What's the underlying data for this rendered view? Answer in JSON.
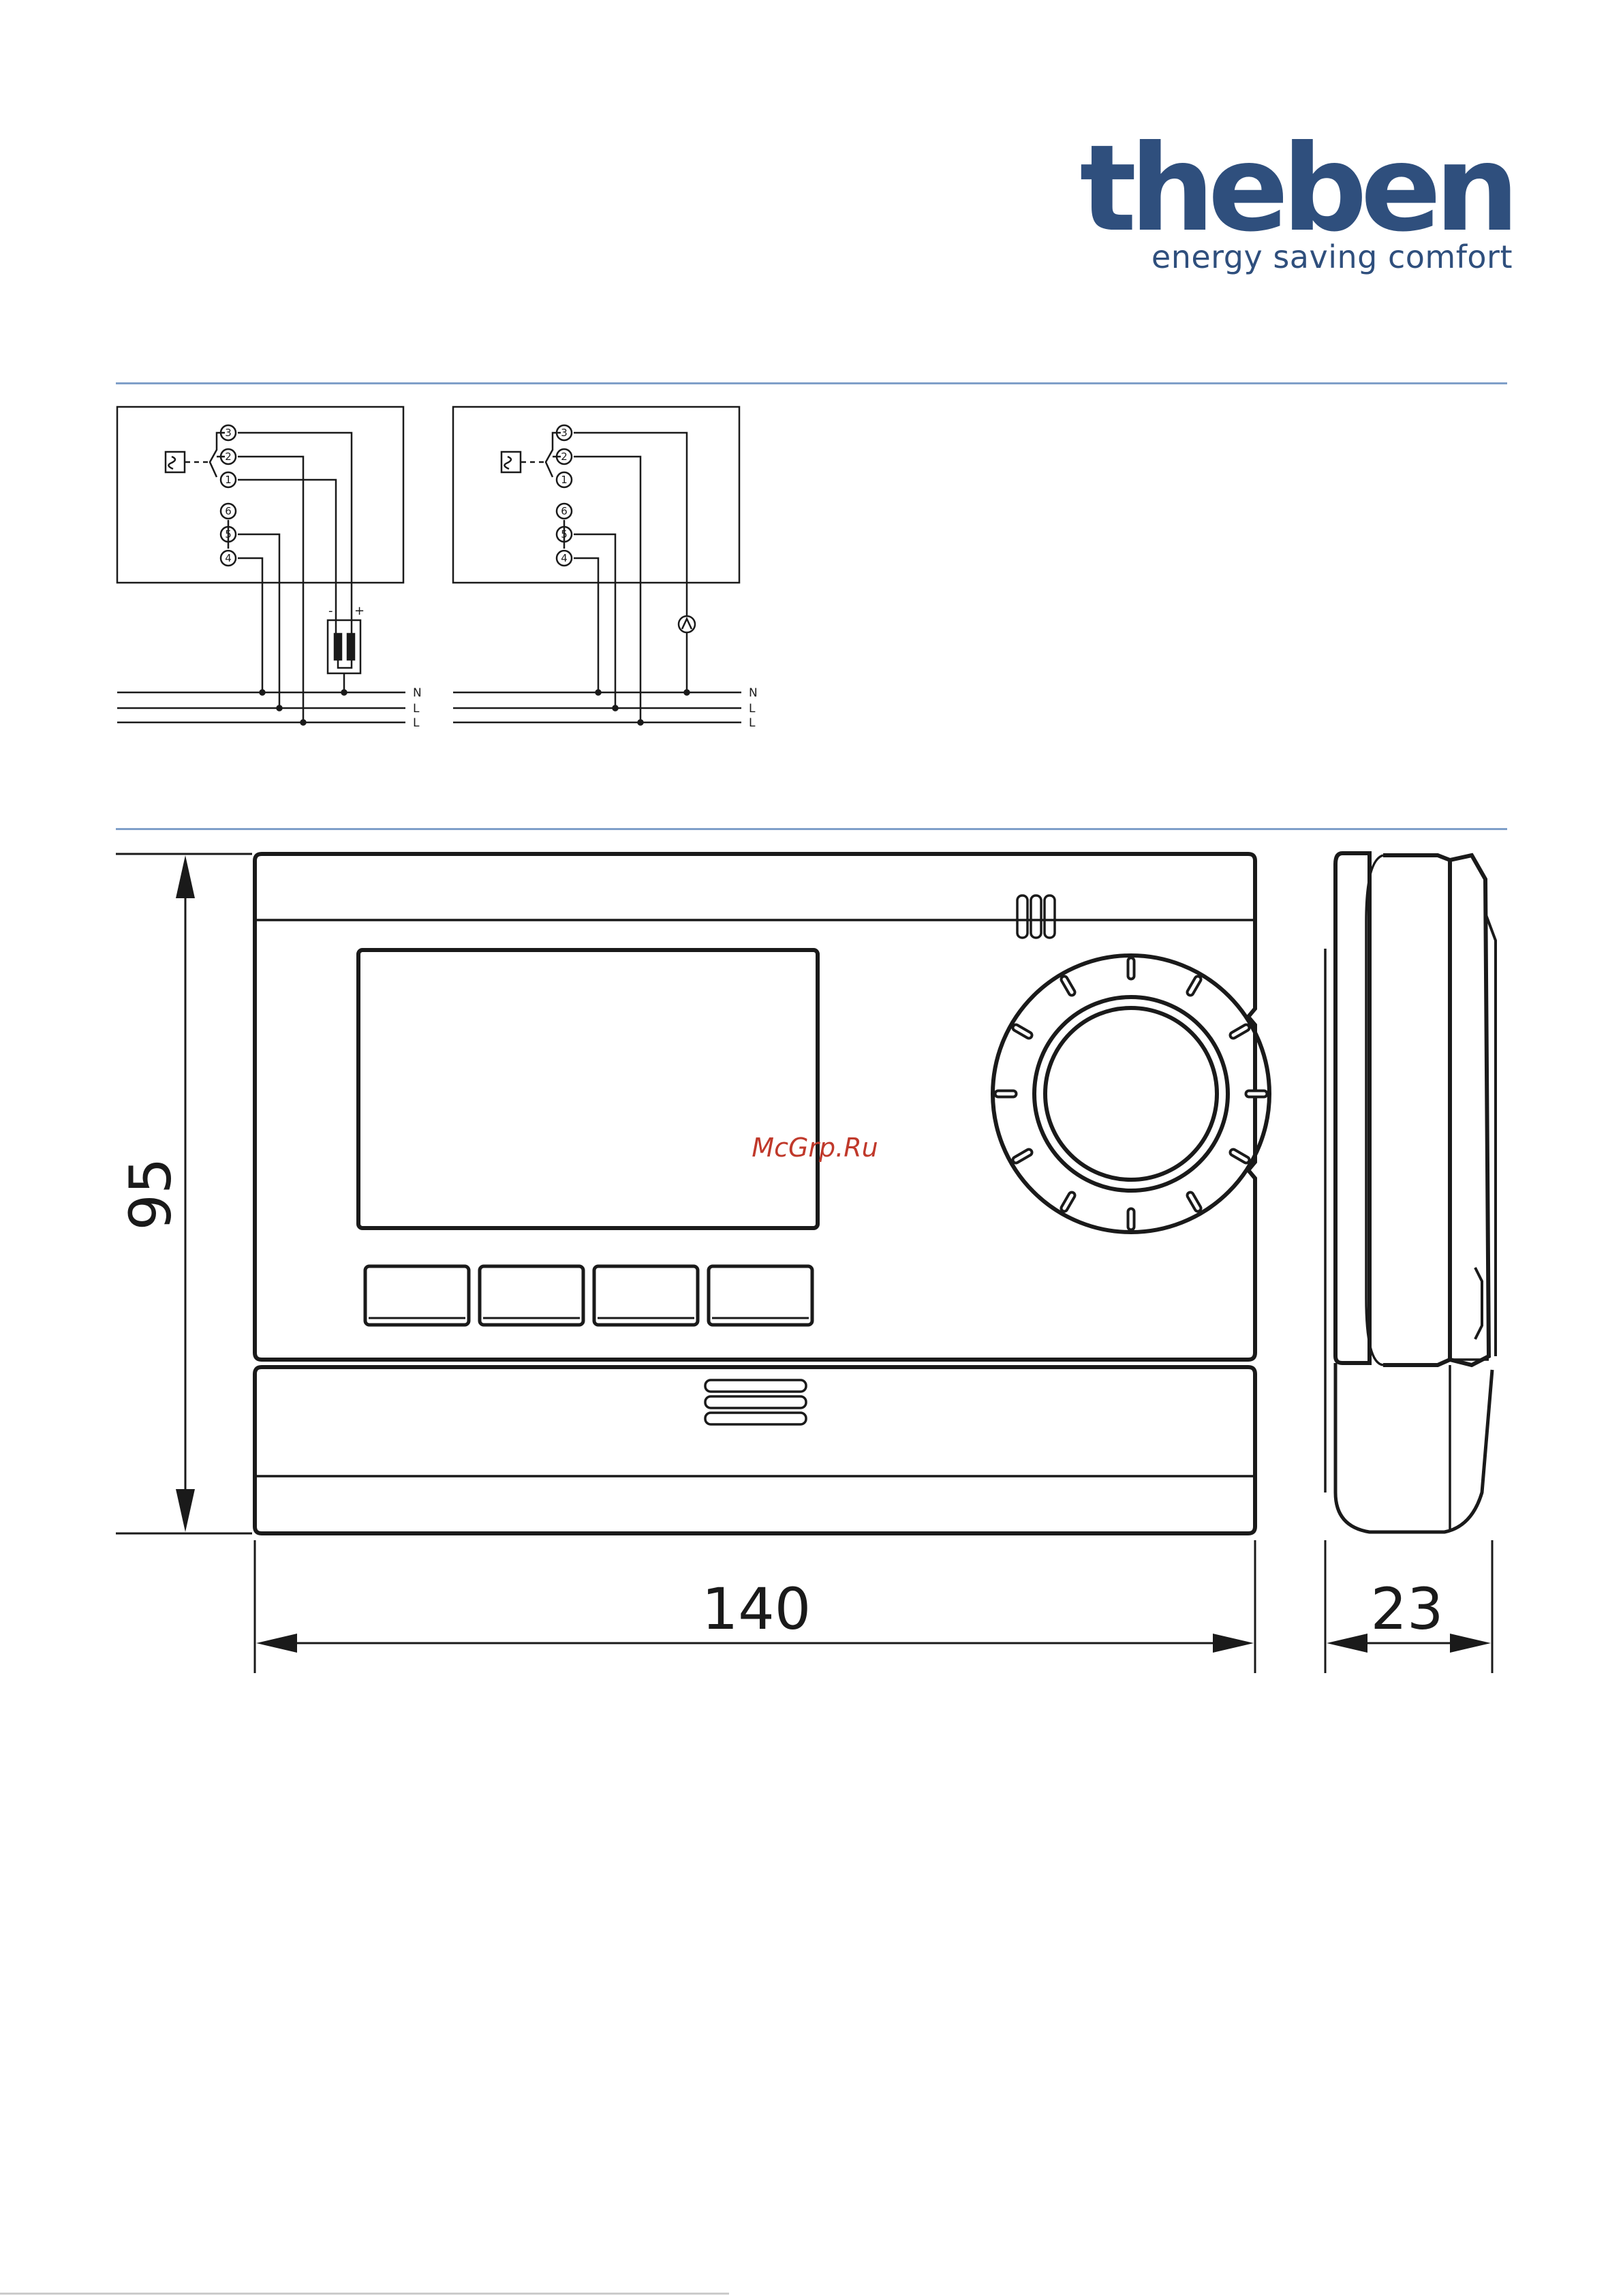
{
  "brand": {
    "name": "theben",
    "tagline": "energy saving comfort",
    "color": "#2f4f7d"
  },
  "wiring": {
    "terminals": [
      "3",
      "2",
      "1",
      "6",
      "5",
      "4"
    ],
    "rail_labels": [
      "N",
      "L",
      "L"
    ],
    "polarity": [
      "-",
      "+"
    ]
  },
  "dimensions": {
    "height": "95",
    "width": "140",
    "depth": "23"
  },
  "watermark": "McGrp.Ru",
  "colors": {
    "rule": "#7f9fc9",
    "line": "#1a1a1a",
    "watermark": "#c0392b"
  }
}
